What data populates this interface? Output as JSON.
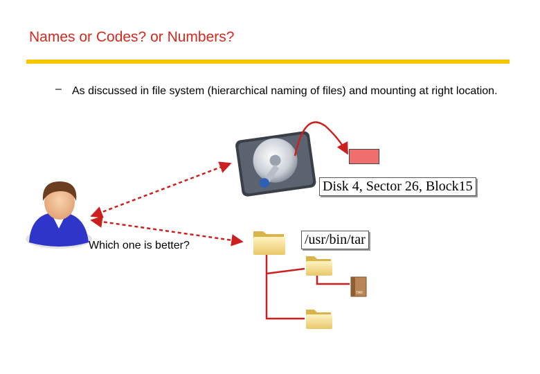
{
  "slide": {
    "title": "Names or Codes? or Numbers?",
    "bullet_dash": "–",
    "bullet_text": "As discussed in file system (hierarchical naming of files) and mounting at right location.",
    "disk_label": "Disk 4, Sector 26, Block15",
    "path_label": "/usr/bin/tar",
    "question": "Which one is better?",
    "tar_icon_text": "TAR"
  },
  "colors": {
    "title": "#d42a1e",
    "accent_rule": "#f7c600",
    "arrows": "#cc1f1f",
    "highlight_box": "#ef6f6f"
  },
  "icons": [
    "user-avatar-icon",
    "hard-disk-icon",
    "folder-icon",
    "tar-file-icon"
  ]
}
